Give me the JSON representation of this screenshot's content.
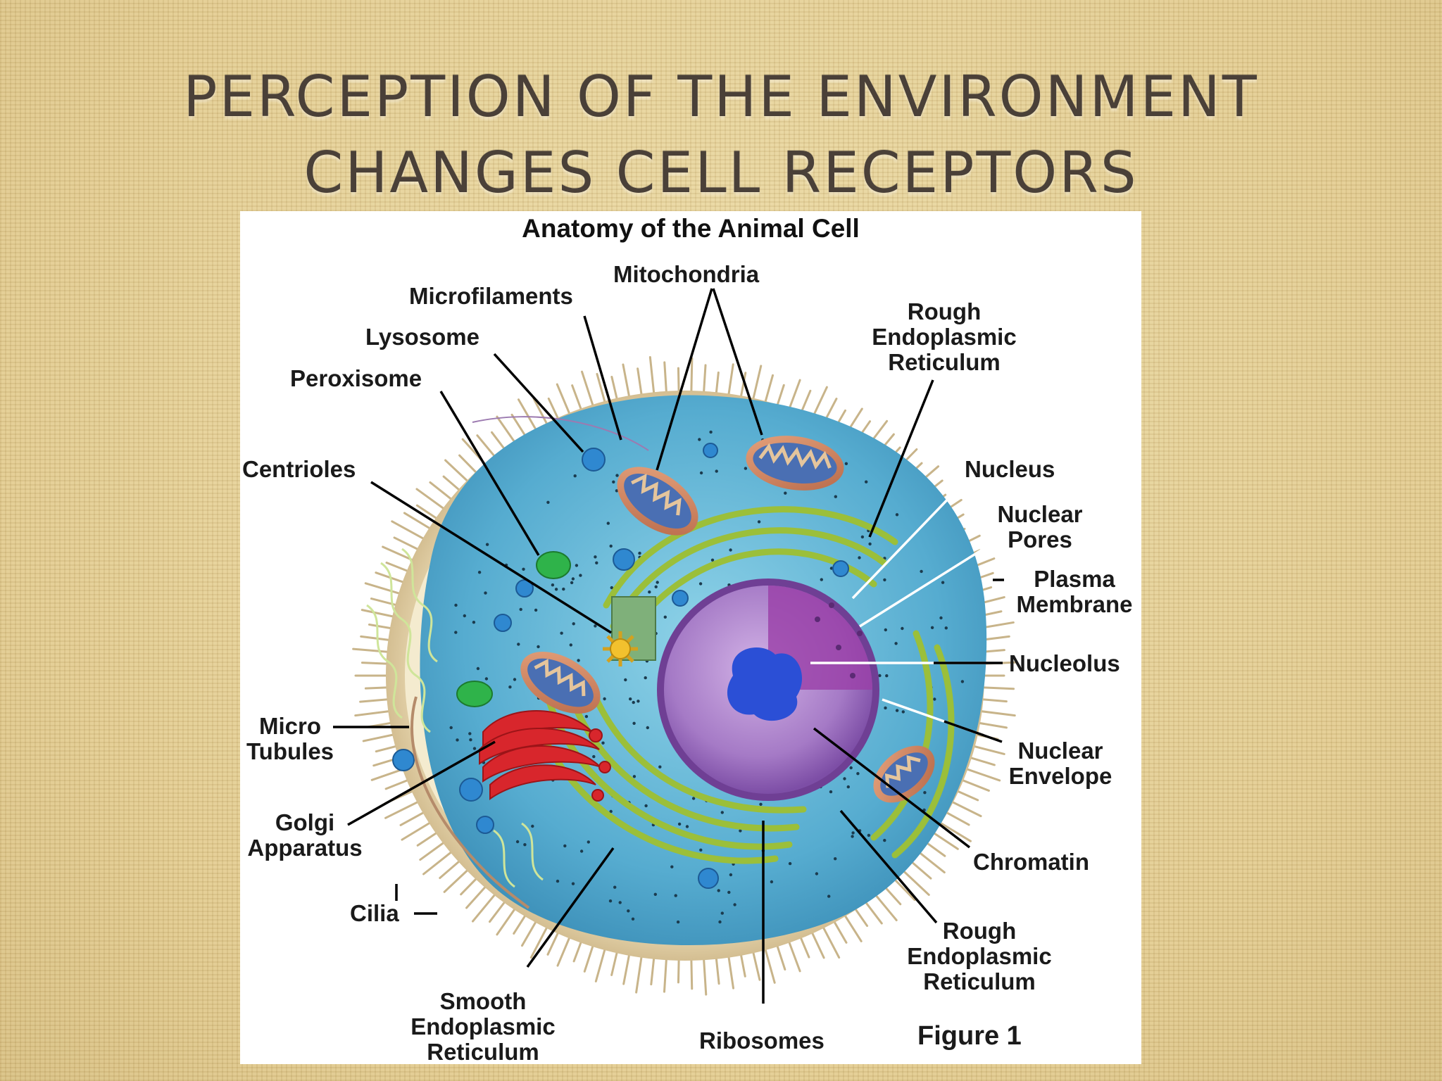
{
  "slide": {
    "title_line1": "PERCEPTION OF THE ENVIRONMENT",
    "title_line2": "CHANGES CELL RECEPTORS"
  },
  "figure": {
    "title": "Anatomy of the Animal Cell",
    "caption": "Figure 1",
    "labels": {
      "microfilaments": "Microfilaments",
      "mitochondria": "Mitochondria",
      "lysosome": "Lysosome",
      "peroxisome": "Peroxisome",
      "rough_er_top": "Rough\nEndoplasmic\nReticulum",
      "centrioles": "Centrioles",
      "nucleus": "Nucleus",
      "nuclear_pores": "Nuclear\nPores",
      "plasma_membrane": "Plasma\nMembrane",
      "nucleolus": "Nucleolus",
      "micro_tubules": "Micro\nTubules",
      "nuclear_envelope": "Nuclear\nEnvelope",
      "golgi_apparatus": "Golgi\nApparatus",
      "chromatin": "Chromatin",
      "cilia": "Cilia",
      "rough_er_bottom": "Rough\nEndoplasmic\nReticulum",
      "smooth_er": "Smooth\nEndoplasmic\nReticulum",
      "ribosomes": "Ribosomes"
    }
  },
  "colors": {
    "background": "#e6d29c",
    "title_text": "#4a4038",
    "cytoplasm": "#5fb5d2",
    "nucleus": "#a87ac8",
    "nucleolus": "#2b4fd6",
    "golgi": "#d8262c",
    "peroxisome": "#2fb34a",
    "rough_er": "#9bbf3a",
    "membrane": "#f3e7c4",
    "cilia": "#c8b48a"
  }
}
